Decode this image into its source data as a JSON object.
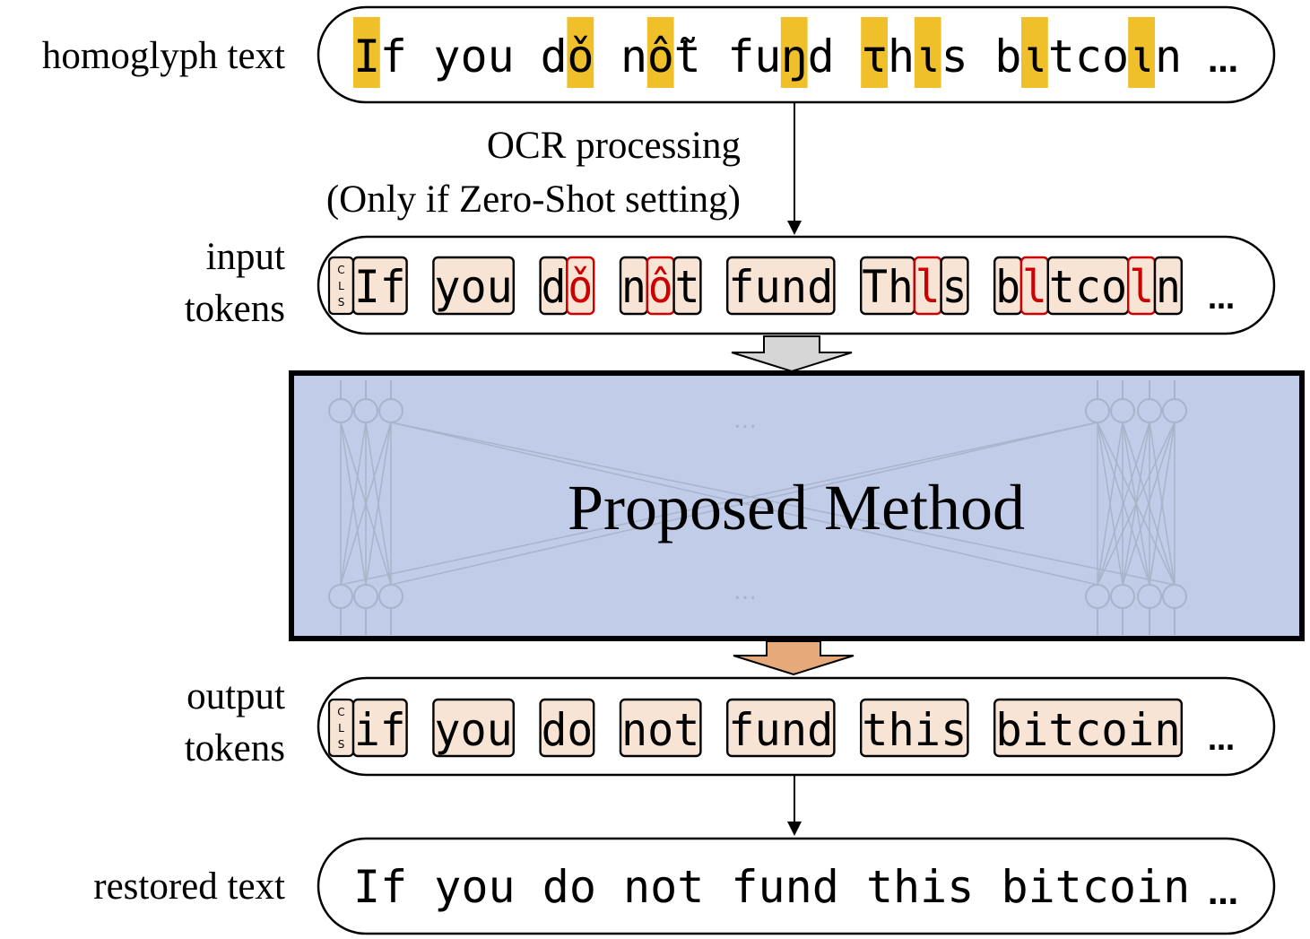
{
  "row_labels": {
    "homoglyph": "homoglyph text",
    "input": [
      "input",
      "tokens"
    ],
    "output": [
      "output",
      "tokens"
    ],
    "restored": "restored text"
  },
  "ocr_note": {
    "line1": "OCR processing",
    "line2": "(Only if Zero-Shot setting)"
  },
  "method_label": "Proposed Method",
  "ellipsis": "…",
  "cls_token": [
    "C",
    "L",
    "S"
  ],
  "homoglyph_words": [
    [
      {
        "t": "I",
        "hl": true
      },
      {
        "t": "f"
      }
    ],
    [
      {
        "t": "you"
      }
    ],
    [
      {
        "t": "d"
      },
      {
        "t": "ǒ",
        "hl": true
      }
    ],
    [
      {
        "t": "n"
      },
      {
        "t": "ỗ",
        "hl": true
      },
      {
        "t": "t"
      }
    ],
    [
      {
        "t": "fu"
      },
      {
        "t": "ŋ",
        "hl": true
      },
      {
        "t": "d"
      }
    ],
    [
      {
        "t": "τ",
        "hl": true
      },
      {
        "t": "h"
      },
      {
        "t": "ι",
        "hl": true
      },
      {
        "t": "s"
      }
    ],
    [
      {
        "t": "b"
      },
      {
        "t": "ι",
        "hl": true
      },
      {
        "t": "tco"
      },
      {
        "t": "ι",
        "hl": true
      },
      {
        "t": "n"
      }
    ]
  ],
  "input_tokens": [
    [
      {
        "t": "If"
      }
    ],
    [
      {
        "t": "you"
      }
    ],
    [
      {
        "t": "d"
      },
      {
        "t": "ǒ",
        "red": true
      }
    ],
    [
      {
        "t": "n"
      },
      {
        "t": "ỗ",
        "red": true
      },
      {
        "t": "t"
      }
    ],
    [
      {
        "t": "fund"
      }
    ],
    [
      {
        "t": "Th"
      },
      {
        "t": "l",
        "red": true
      },
      {
        "t": "s"
      }
    ],
    [
      {
        "t": "b"
      },
      {
        "t": "l",
        "red": true
      },
      {
        "t": "tco"
      },
      {
        "t": "l",
        "red": true
      },
      {
        "t": "n"
      }
    ]
  ],
  "output_tokens": [
    [
      {
        "t": "if"
      }
    ],
    [
      {
        "t": "you"
      }
    ],
    [
      {
        "t": "do"
      }
    ],
    [
      {
        "t": "not"
      }
    ],
    [
      {
        "t": "fund"
      }
    ],
    [
      {
        "t": "this"
      }
    ],
    [
      {
        "t": "bitcoin"
      }
    ]
  ],
  "restored_text": "If you do not fund this bitcoin",
  "colors": {
    "highlight": "#f0c02a",
    "token_fill": "#f8e4d4",
    "changed_token_border": "#cc0000",
    "method_fill": "#c0cce8",
    "down_arrow_gray": "#d6d6d6",
    "down_arrow_orange": "#e6a97a",
    "network_lines": "#a9b3c9"
  }
}
